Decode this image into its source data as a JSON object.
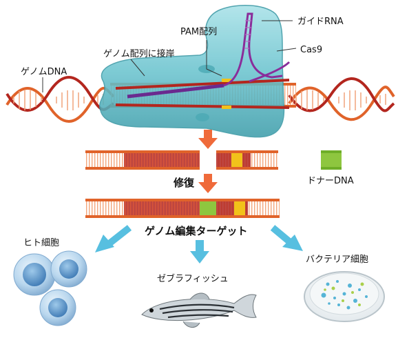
{
  "labels": {
    "guide_rna": "ガイドRNA",
    "pam": "PAM配列",
    "cas9": "Cas9",
    "bind_genome": "ゲノム配列に接岸",
    "genome_dna": "ゲノムDNA",
    "donor_dna": "ドナーDNA",
    "repair": "修復",
    "genome_edit_target": "ゲノム編集ターゲット",
    "human_cells": "ヒト細胞",
    "zebrafish": "ゼブラフィッシュ",
    "bacteria_cells": "バクテリア細胞"
  },
  "colors": {
    "dna_orange": "#e0632a",
    "dna_dark_red": "#b3261e",
    "pam_yellow": "#f2c21a",
    "donor_green": "#8ec63f",
    "cas9_teal": "#6fc7cf",
    "guide_purple": "#8a2d9a",
    "arrow_orange": "#ef6a3a",
    "arrow_blue": "#57bfe0"
  }
}
